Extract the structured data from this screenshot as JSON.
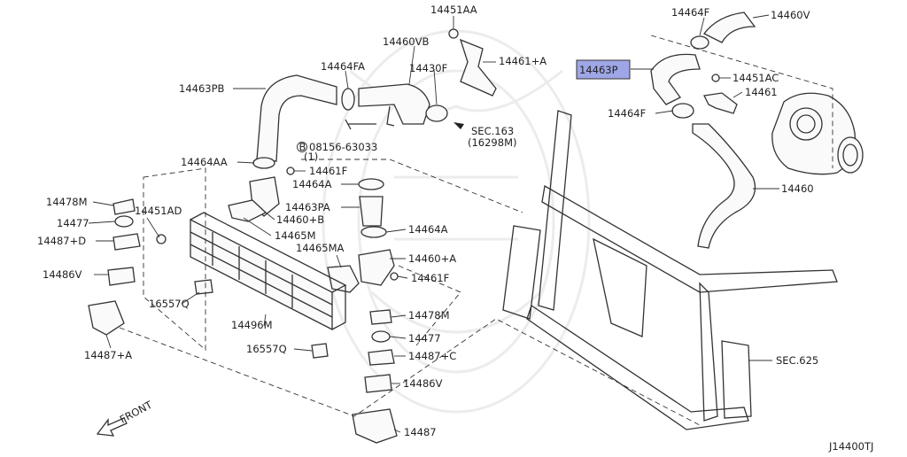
{
  "diagram_code": "J14400TJ",
  "highlight_color": "#9ea6e6",
  "labels": {
    "l14451AA": "14451AA",
    "l14464F_top": "14464F",
    "l14460V": "14460V",
    "l14460VB": "14460VB",
    "l14464FA": "14464FA",
    "l14430F": "14430F",
    "l14461A": "14461+A",
    "l14463P": "14463P",
    "l14451AC": "14451AC",
    "l14461": "14461",
    "l14463PB": "14463PB",
    "l14464F_mid": "14464F",
    "sec163": "SEC.163",
    "sec163b": "(16298M)",
    "bolt": "08156-63033",
    "bolt_qty": "(1)",
    "l14464AA": "14464AA",
    "l14461F_top": "14461F",
    "l14464A_top": "14464A",
    "l14463PA": "14463PA",
    "l14460": "14460",
    "l14478M_left": "14478M",
    "l14451AD": "14451AD",
    "l14460B": "14460+B",
    "l14477_left": "14477",
    "l14465M": "14465M",
    "l14464A_mid": "14464A",
    "l14487D": "14487+D",
    "l14465MA": "14465MA",
    "l14460A": "14460+A",
    "l14486V_left": "14486V",
    "l14461F_mid": "14461F",
    "l16557Q_left": "16557Q",
    "l14496M": "14496M",
    "l14478M_mid": "14478M",
    "l14477_mid": "14477",
    "l16557Q_mid": "16557Q",
    "l14487C": "14487+C",
    "l14487A": "14487+A",
    "sec625": "SEC.625",
    "l14486V_mid": "14486V",
    "front": "FRONT",
    "l14487": "14487"
  }
}
